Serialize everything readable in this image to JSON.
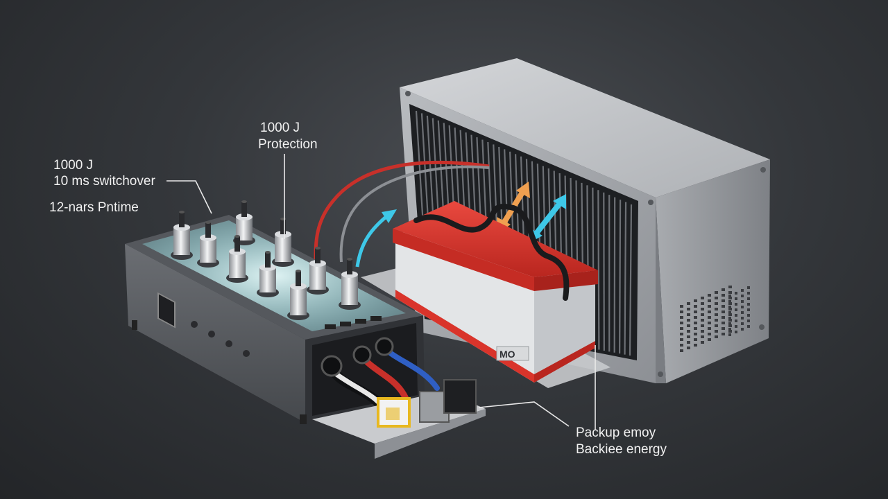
{
  "callouts": {
    "switchover_energy": "1000 J",
    "switchover_time": "10 ms switchover",
    "runtime": "12-nars Pntime",
    "protection_energy": "1000 J",
    "protection_label": "Protection",
    "backup_line1": "Packup emoy",
    "backup_line2": "Backiee energy"
  },
  "battery": {
    "badge": "MO"
  },
  "colors": {
    "background": "#2e3034",
    "battery_red": "#d9342b",
    "arrow_orange": "#f0a050",
    "arrow_cyan": "#3ec8e8",
    "cable_red": "#c8302a",
    "cable_blue": "#2f5fc4",
    "glow": "#bfeff2"
  },
  "icons": [
    "power-strip-icon",
    "battery-icon",
    "inverter-cabinet-icon",
    "airflow-arrow-icon"
  ]
}
